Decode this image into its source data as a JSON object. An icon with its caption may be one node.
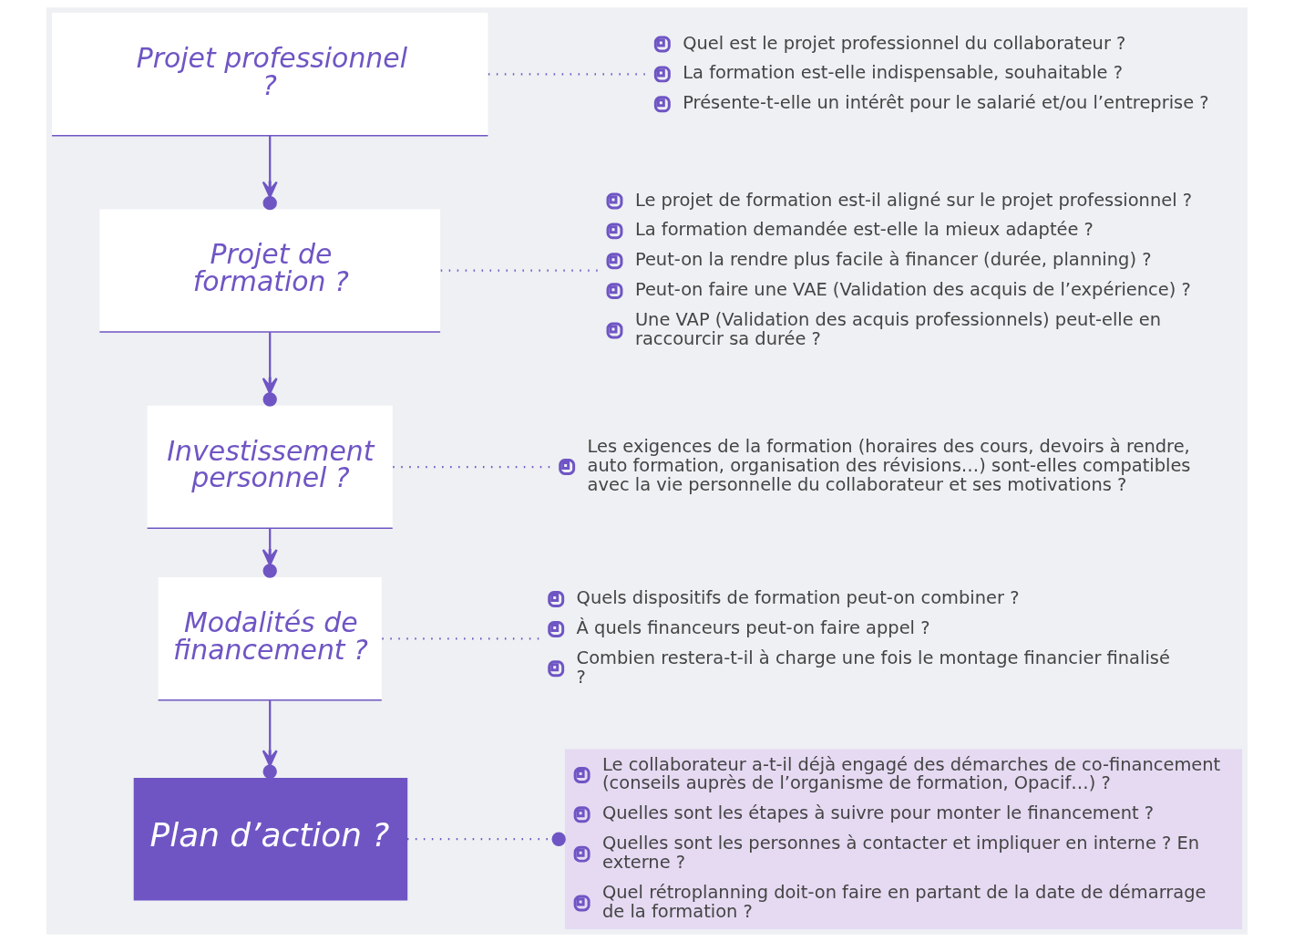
{
  "diagram": {
    "nodes": [
      {
        "text": [
          "Projet professionnel ?"
        ]
      },
      {
        "text": [
          "Projet de formation ?"
        ]
      },
      {
        "text": [
          "Investissement personnel ?"
        ]
      },
      {
        "text": [
          "Modalités de financement ?"
        ]
      },
      {
        "text": [
          "Plan d’action ?"
        ]
      },
      {
        "text": [
          "Quel est le projet professionnel du collaborateur ?",
          "La formation est-elle indispensable, souhaitable ?",
          "Présente-t-elle un intérêt pour le salarié et/ou l’entreprise ?"
        ]
      },
      {
        "text": [
          "Le projet de formation est-il aligné sur le projet professionnel ?",
          "La formation demandée est-elle la mieux adaptée ?",
          "Peut-on la rendre plus facile à financer (durée, planning) ?",
          "Peut-on faire une VAE (Validation des acquis de l’expérience) ?",
          "Une VAP (Validation des acquis professionnels) peut-elle en raccourcir sa durée ?"
        ]
      },
      {
        "text": [
          "Les exigences de la formation (horaires des cours, devoirs à rendre, auto formation, organisation des révisions…) sont-elles compatibles avec la vie personnelle du collaborateur et ses motivations ?"
        ]
      },
      {
        "text": [
          "Quels dispositifs de formation peut-on combiner ?",
          "À quels financeurs peut-on faire appel ?",
          "Combien restera-t-il à charge une fois le montage financier finalisé ?"
        ]
      },
      {
        "text": [
          "Le collaborateur a-t-il déjà engagé des démarches de co-financement (conseils auprès de l’organisme de formation, Opacif…) ?",
          "Quelles sont les étapes à suivre pour monter le financement ?",
          "Quelles sont les personnes à contacter et impliquer en interne ? En externe ?",
          "Quel rétroplanning doit-on faire en partant de la date de démarrage de la formation ?"
        ]
      }
    ],
    "edges": [
      {
        "from": 0,
        "to": 1,
        "arrow": "to"
      },
      {
        "from": 1,
        "to": 2,
        "arrow": "to"
      },
      {
        "from": 2,
        "to": 3,
        "arrow": "to"
      },
      {
        "from": 3,
        "to": 4,
        "arrow": "to"
      },
      {
        "from": 0,
        "to": 5,
        "arrow": "none",
        "style": "dashed"
      },
      {
        "from": 1,
        "to": 6,
        "arrow": "none",
        "style": "dashed"
      },
      {
        "from": 2,
        "to": 7,
        "arrow": "none",
        "style": "dashed"
      },
      {
        "from": 3,
        "to": 8,
        "arrow": "none",
        "style": "dashed"
      },
      {
        "from": 4,
        "to": 9,
        "arrow": "other",
        "style": "dashed"
      }
    ]
  }
}
